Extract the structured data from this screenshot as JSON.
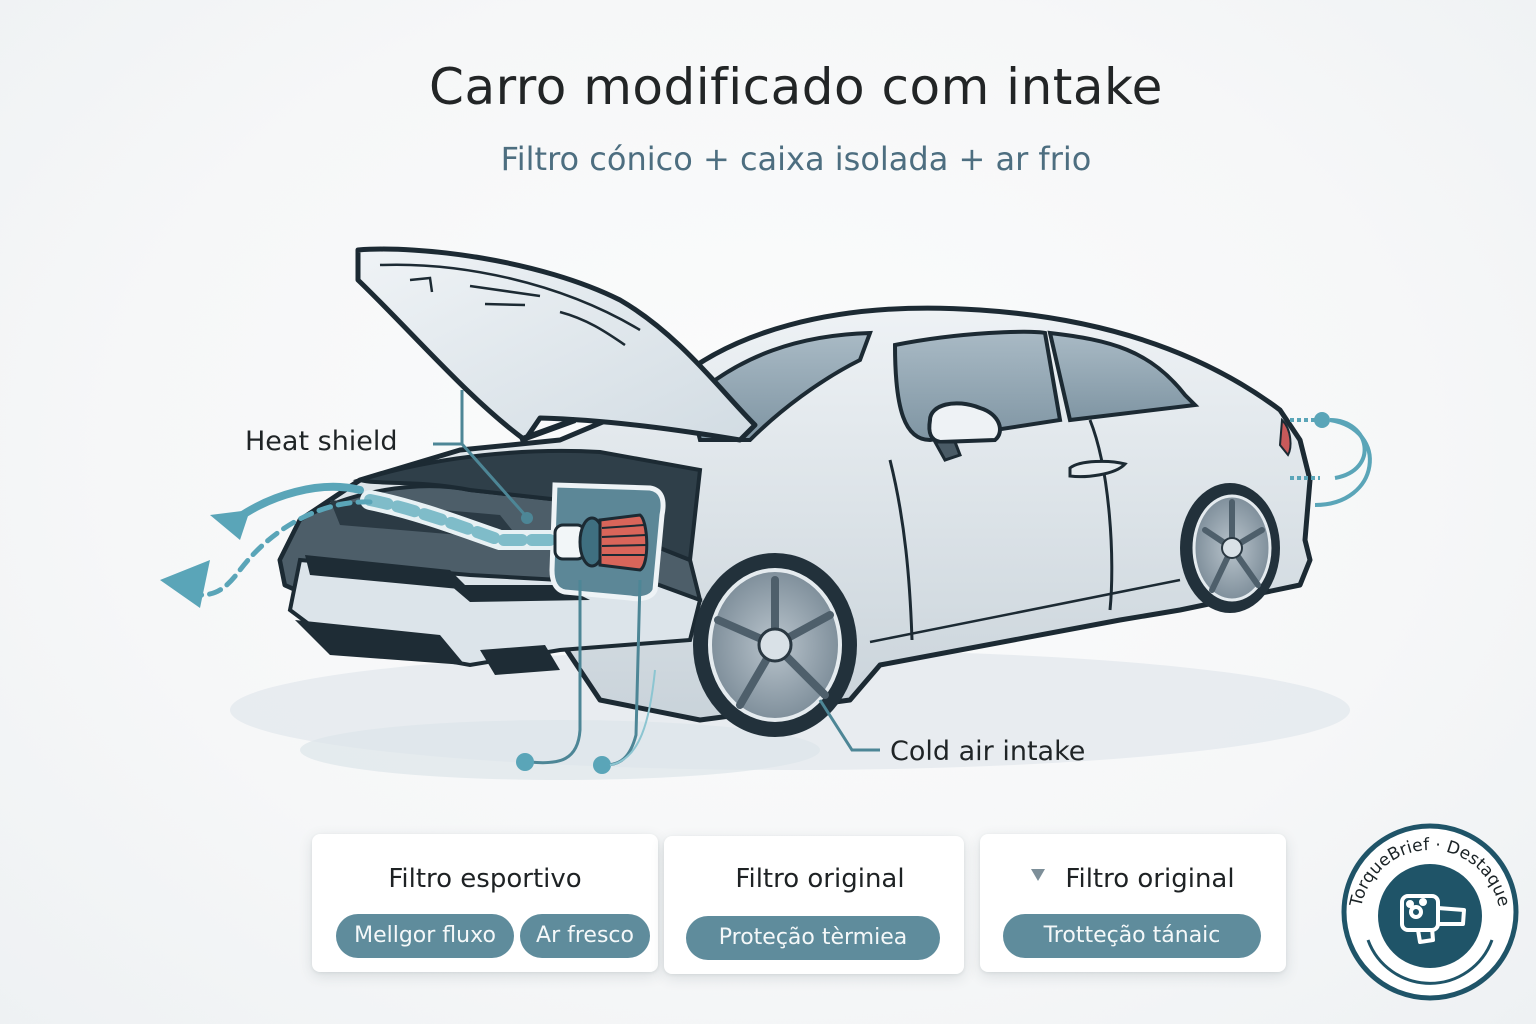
{
  "header": {
    "title": "Carro modificado com intake",
    "subtitle": "Filtro cónico + caixa isolada + ar frio"
  },
  "callouts": {
    "heat_shield": "Heat shield",
    "cold_air_intake": "Cold air intake"
  },
  "cards": [
    {
      "title": "Filtro esportivo",
      "tags": [
        "Mellgor fluxo",
        "Ar fresco"
      ]
    },
    {
      "title": "Filtro original",
      "tags": [
        "Proteção tèrmiea"
      ]
    },
    {
      "title": "Filtro original",
      "marker_icon": "triangle-down-icon",
      "tags": [
        "Trotteção tánaic"
      ]
    }
  ],
  "badge": {
    "text": "TorqueBrief · Destaque",
    "icon": "filter-intake-icon"
  },
  "colors": {
    "accent": "#5f8c9c",
    "accent_dark": "#1f5468",
    "airflow": "#5aa5b8",
    "filter_red": "#d9655a",
    "title_text": "#222526",
    "subtitle_text": "#4d6e80"
  }
}
